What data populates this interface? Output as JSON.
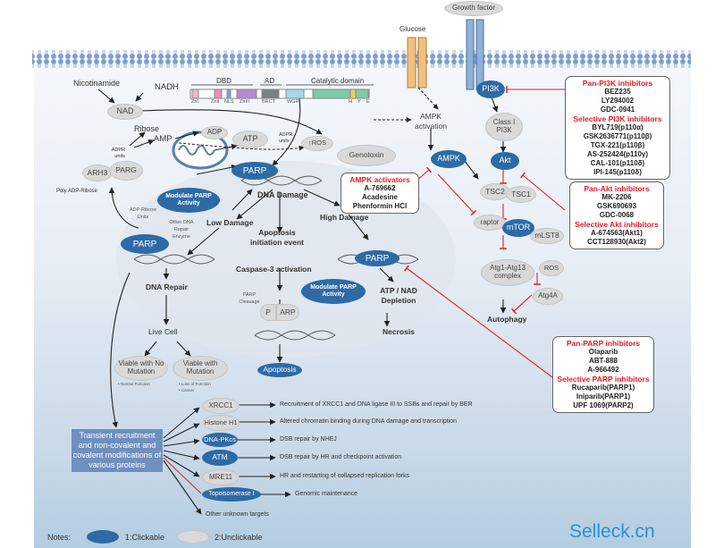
{
  "title": "PARP Signaling Pathway",
  "membrane": {
    "label_glucose": "Glucose",
    "label_growth_factor": "Growth factor"
  },
  "parp_domains": {
    "groups": [
      "DBD",
      "AD",
      "Catalytic domain"
    ],
    "segments": [
      "ZnI",
      "ZnII",
      "NLS",
      "ZnIII",
      "BRCT",
      "WGR",
      "H",
      "Y",
      "E"
    ]
  },
  "left": {
    "nicotinamide": "Nicotinamide",
    "nadh": "NADH",
    "nad": "NAD",
    "ribose": "Ribose",
    "amp": "AMP",
    "adp": "ADP",
    "atp": "ATP",
    "adpr_units_1": "ADPR units",
    "adpr_units_2": "ADPR units",
    "ros": "↑ROS",
    "arh3": "ARH3",
    "parg": "PARG",
    "poly_adp_ribose": "Poly ADP-Ribose",
    "adp_ribose_units": "ADP-Ribose Units",
    "other_dna_repair": "Other DNA Repair Enzyme",
    "genotoxin": "Genotoxin"
  },
  "center": {
    "parp_top": "PARP",
    "parp_left": "PARP",
    "parp_high": "PARP",
    "modulate_1": "Modulate PARP Activity",
    "modulate_2": "Modulate PARP Activity",
    "dna_damage": "DNA Damage",
    "low_damage": "Low Damage",
    "high_damage": "High Damage",
    "apoptosis_init": "Apoptosis initiation event",
    "caspase3": "Caspase-3 activation",
    "parp_cleavage": "PARP Cleavage",
    "cleaved_parp_p": "P",
    "cleaved_parp_arp": "ARP",
    "apoptosis": "Apoptosis",
    "atp_nad_depletion": "ATP / NAD Depletion",
    "necrosis": "Necrosis",
    "dna_repair": "DNA Repair",
    "live_cell": "Live Cell",
    "viable_no_mutation": "Viable with No Mutation",
    "viable_mutation": "Viable with Mutation",
    "note_normal": "• Normal Function",
    "note_loss": "• Loss of Function",
    "note_cancer": "• Cancer"
  },
  "right": {
    "ampk_activation": "AMPK activation",
    "ampk": "AMPK",
    "pi3k": "PI3K",
    "class1_pi3k": "Class I PI3K",
    "akt": "Akt",
    "tsc2": "TSC2",
    "tsc1": "TSC1",
    "raptor": "raptor",
    "mtor": "mTOR",
    "mlst8": "mLST8",
    "atg_complex": "Atg1-Atg13 complex",
    "ros": "ROS",
    "atg4a": "Atg4A",
    "autophagy": "Autophagy"
  },
  "inhibitor_boxes": {
    "ampk_activators": {
      "title": "AMPK activators",
      "items": [
        "A-769662",
        "Acadesine",
        "Phenformin HCl"
      ]
    },
    "pi3k": {
      "title": "Pan-PI3K inhibitors",
      "items": [
        "BEZ235",
        "LY294002",
        "GDC-0941"
      ],
      "title2": "Selective  PI3K inhibitors",
      "items2": [
        "BYL719(p110α)",
        "GSK2636771(p110β)",
        "TGX-221(p110β)",
        "AS-252424(p110γ)",
        "CAL-101(p110δ)",
        "IPI-145(p110δ)"
      ]
    },
    "akt": {
      "title": "Pan-Akt inhibitors",
      "items": [
        "MK-2206",
        "GSK690693",
        "GDC-0068"
      ],
      "title2": "Selective Akt inhibitors",
      "items2": [
        "A-674563(Akt1)",
        "CCT128930(Akt2)"
      ]
    },
    "parp": {
      "title": "Pan-PARP inhibitors",
      "items": [
        "Olaparib",
        "ABT-888",
        "A-966492"
      ],
      "title2": "Selective PARP inhibitors",
      "items2": [
        "Rucaparib(PARP1)",
        "Iniparib(PARP1)",
        "UPF 1069(PARP2)"
      ]
    }
  },
  "bottom": {
    "transient_box": "Transient recruitment and non-covalent and covalent modifications of various proteins",
    "targets": [
      {
        "name": "XRCC1",
        "clickable": false,
        "effect": "Recruitment of XRCC1 and DNA ligase III to SSBs and repair by BER"
      },
      {
        "name": "Histone H1",
        "clickable": false,
        "effect": "Altered chromatin binding during DNA damage and transcription"
      },
      {
        "name": "DNA-PKcs",
        "clickable": true,
        "effect": "DSB repair by NHEJ"
      },
      {
        "name": "ATM",
        "clickable": true,
        "effect": "DSB repair by HR and checkpoint activation"
      },
      {
        "name": "MRE11",
        "clickable": false,
        "effect": "HR and restarting of collapsed replication forks"
      },
      {
        "name": "Topoisomerase I",
        "clickable": true,
        "effect": "Genomic maintenance"
      }
    ],
    "other_targets": "Other unknown targets"
  },
  "legend": {
    "notes": "Notes:",
    "clickable": "1:Clickable",
    "unclickable": "2:Unclickable"
  },
  "brand": "Selleck.cn",
  "colors": {
    "clickable": "#2e6aa6",
    "unclickable": "#d9d9d9",
    "inhibitor_red": "#e0202a",
    "brand": "#2a8fd6"
  }
}
